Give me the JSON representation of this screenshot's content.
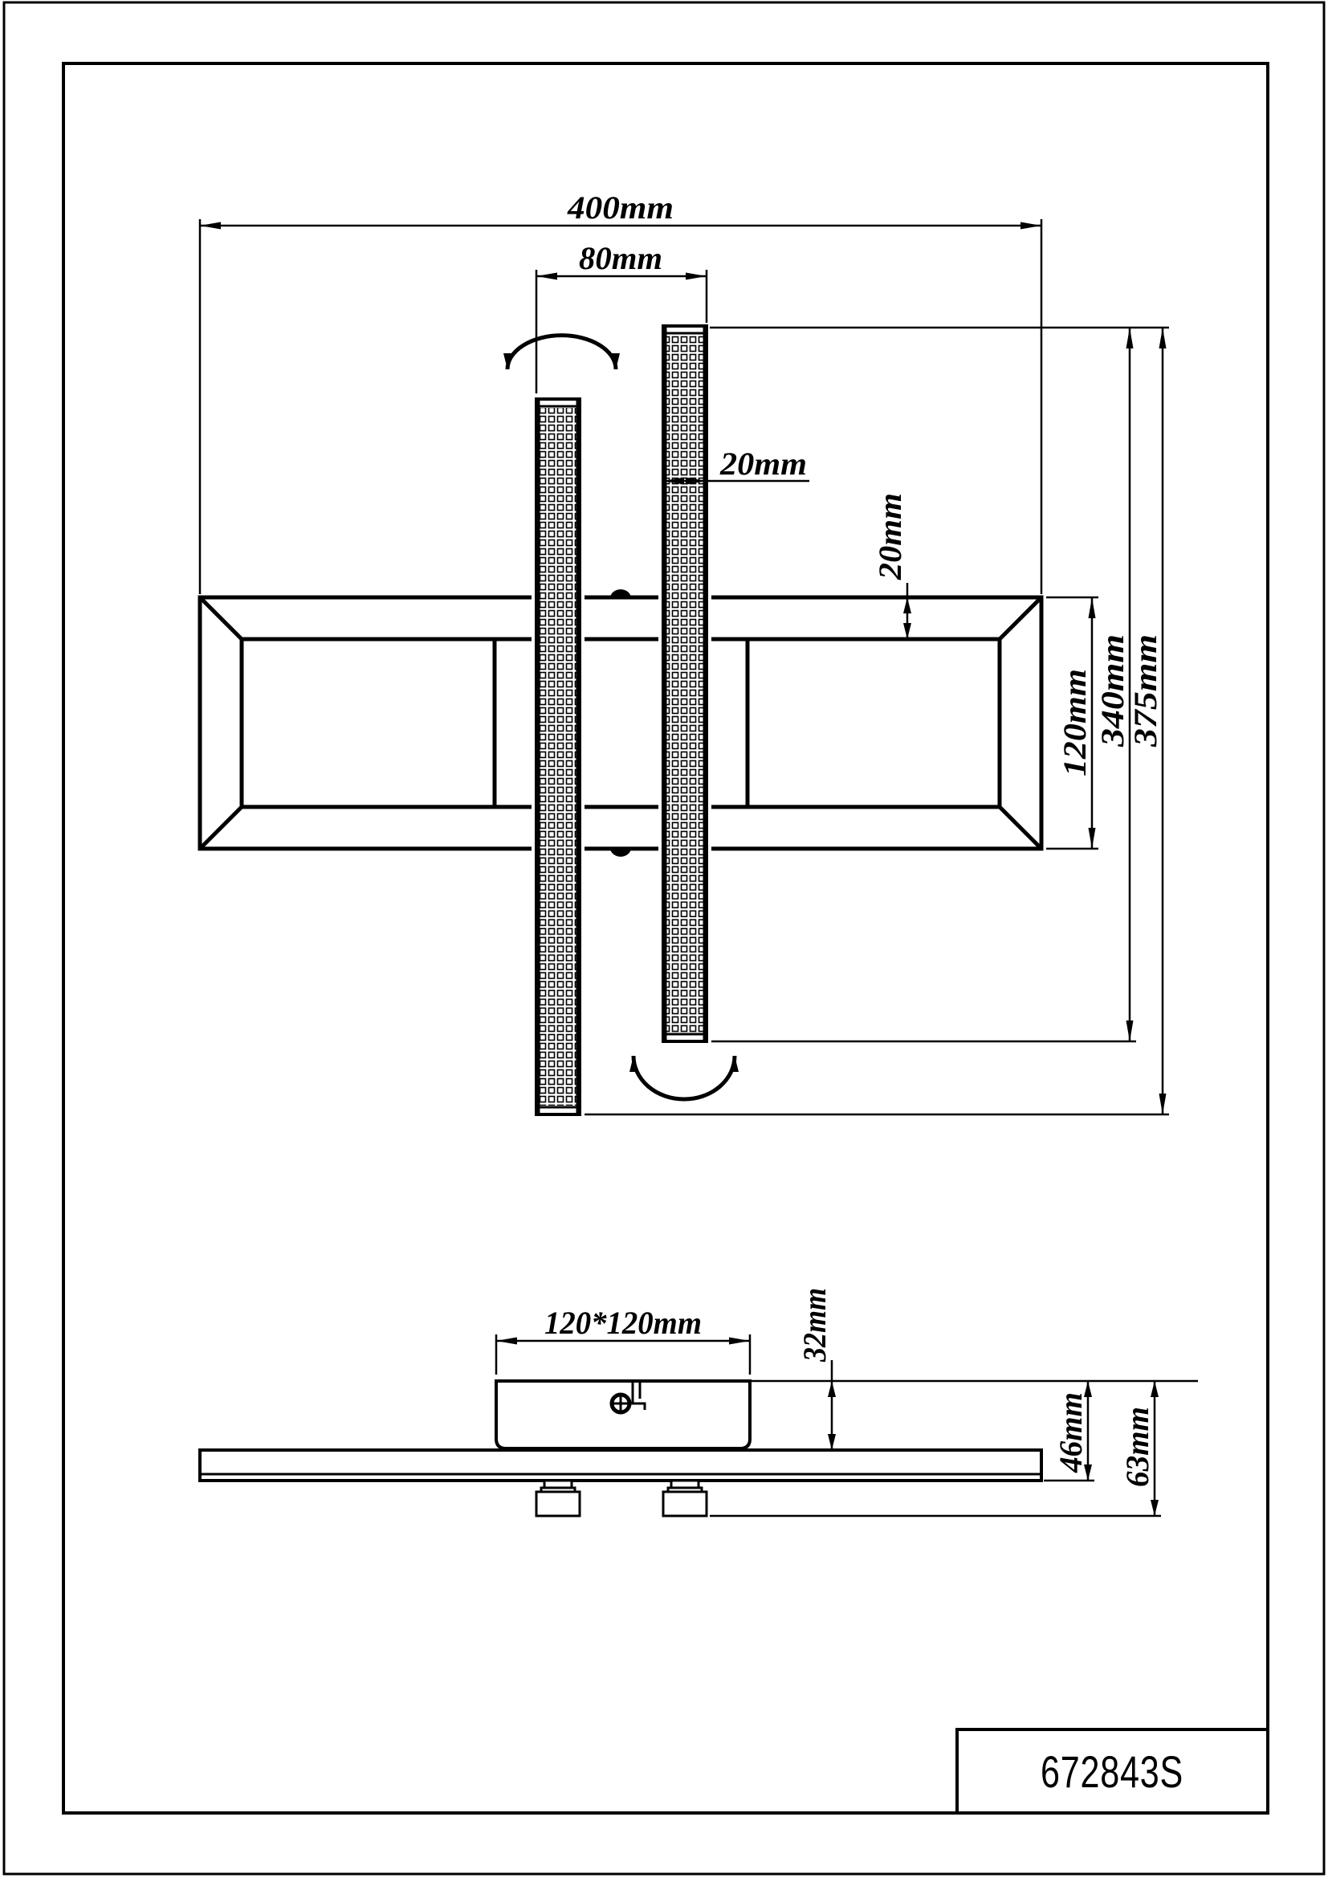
{
  "drawing": {
    "part_number": "672843S",
    "top_view": {
      "overall_width": "400mm",
      "bar_group_width": "80mm",
      "bar_width": "20mm",
      "frame_border": "20mm",
      "frame_depth": "120mm",
      "bar_length": "340mm",
      "overall_depth": "375mm"
    },
    "side_view": {
      "canopy_size": "120*120mm",
      "canopy_height": "32mm",
      "frame_height": "46mm",
      "overall_height": "63mm"
    }
  }
}
